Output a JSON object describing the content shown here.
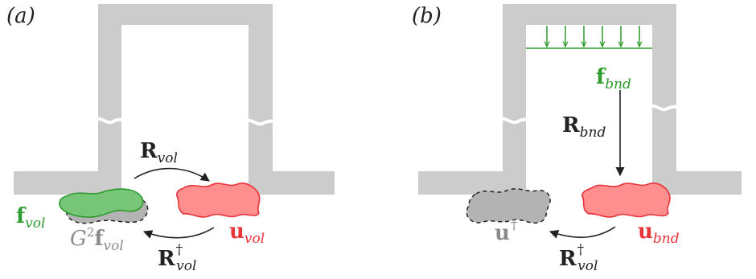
{
  "colors": {
    "wall": "#cccccc",
    "text": "#222222",
    "green": "#2e9b2e",
    "green_fill": "#77c677",
    "red": "#e8333a",
    "red_fill": "#ff8f8f",
    "gray_text": "#8c8c8c",
    "gray_fill": "#b3b3b3"
  },
  "panel_a": {
    "label": "(a)",
    "f_vol": {
      "base": "f",
      "sub": "vol"
    },
    "u_vol": {
      "base": "u",
      "sub": "vol"
    },
    "R_vol": {
      "base": "R",
      "sub": "vol"
    },
    "R_vol_dagger": {
      "base": "R",
      "sup": "†",
      "sub": "vol"
    },
    "G2_f_vol": {
      "prefix": "G",
      "prefix_sup": "2",
      "base": "f",
      "sub": "vol"
    }
  },
  "panel_b": {
    "label": "(b)",
    "f_bnd": {
      "base": "f",
      "sub": "bnd"
    },
    "R_bnd": {
      "base": "R",
      "sub": "bnd"
    },
    "u_bnd": {
      "base": "u",
      "sub": "bnd"
    },
    "u_dagger": {
      "base": "u",
      "sup": "†"
    },
    "R_vol_dagger": {
      "base": "R",
      "sup": "†",
      "sub": "vol"
    }
  }
}
